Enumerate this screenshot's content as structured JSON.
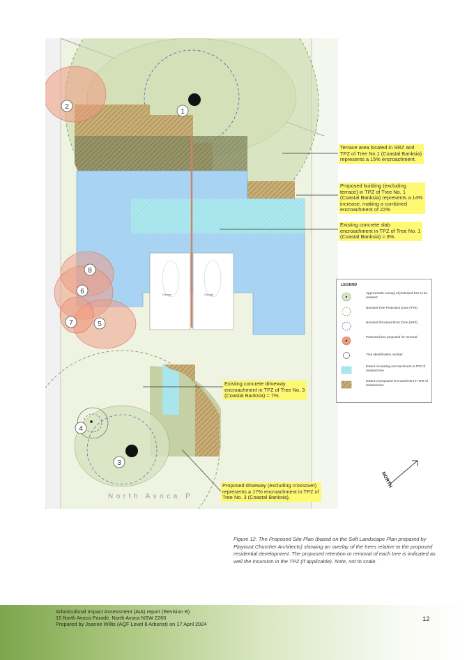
{
  "plan": {
    "street_label": "North Avoca P",
    "trees": [
      {
        "id": "1",
        "status": "retained"
      },
      {
        "id": "2",
        "status": "removal"
      },
      {
        "id": "3",
        "status": "retained"
      },
      {
        "id": "4",
        "status": "retained"
      },
      {
        "id": "5",
        "status": "removal"
      },
      {
        "id": "6",
        "status": "removal"
      },
      {
        "id": "7",
        "status": "removal"
      },
      {
        "id": "8",
        "status": "removal"
      }
    ],
    "rooms": [
      "Garage",
      "Garage"
    ]
  },
  "callouts": {
    "terrace": "Terrace area located in SRZ and TPZ of Tree No.1 (Coastal Banksia) represents a 15% encroachment.",
    "building": "Proposed building (excluding terrace) in TPZ of Tree No. 1 (Coastal Banksia) represents a 14% increase, making a combined encroachment of 22%",
    "slab": "Existing concrete slab encroachment in TPZ of Tree No. 1 (Coastal Banksia) = 8%.",
    "existing_driveway": "Existing concrete driveway encroachment in TPZ of Tree No. 3 (Coastal Banksia) = 7%.",
    "proposed_driveway": "Proposed driveway (excluding crossover) represents a 17% encroachment in TPZ of Tree No. 3 (Coastal Banksia)."
  },
  "legend": {
    "title": "LEGEND",
    "items": [
      {
        "label": "Approximate canopy of protected tree to be retained"
      },
      {
        "label": "Nominal Tree Protection Zone (TPZ)"
      },
      {
        "label": "Nominal Structural Root Zone (SRZ)"
      },
      {
        "label": "Protected tree proposed for removal"
      },
      {
        "label": "Tree identification number"
      },
      {
        "label": "Extent of existing encroachment in TPZ of retained tree"
      },
      {
        "label": "Extent of proposed encroachment in TPZ of retained tree"
      }
    ]
  },
  "north_label": "NORTH",
  "caption": "Figure 12: The Proposed Site Plan (based on the Soft Landscape Plan prepared by Playoust Churcher Architects) showing an overlay of the trees relative to the proposed residential development. The proposed retention or removal of each tree is indicated as well the incursion in the TPZ (if applicable). Note, not to scale.",
  "footer": {
    "line1": "Arboricultural Impact Assessment (AIA) report (Revision B)",
    "line2": "15 North Avoca Parade, North Avoca NSW 2260",
    "line3": "Prepared by Joanne Willis (AQF Level 8 Arborist) on 17 April 2024",
    "page_number": "12"
  },
  "colors": {
    "canopy": "#d9e6c4",
    "tpz_fill": "#b7c98f",
    "existing_encroachment": "#a9e7ee",
    "proposed_encroachment": "#b59a60",
    "removal": "#ee8a73",
    "callout": "#fff873",
    "building": "#a8d3f2"
  }
}
